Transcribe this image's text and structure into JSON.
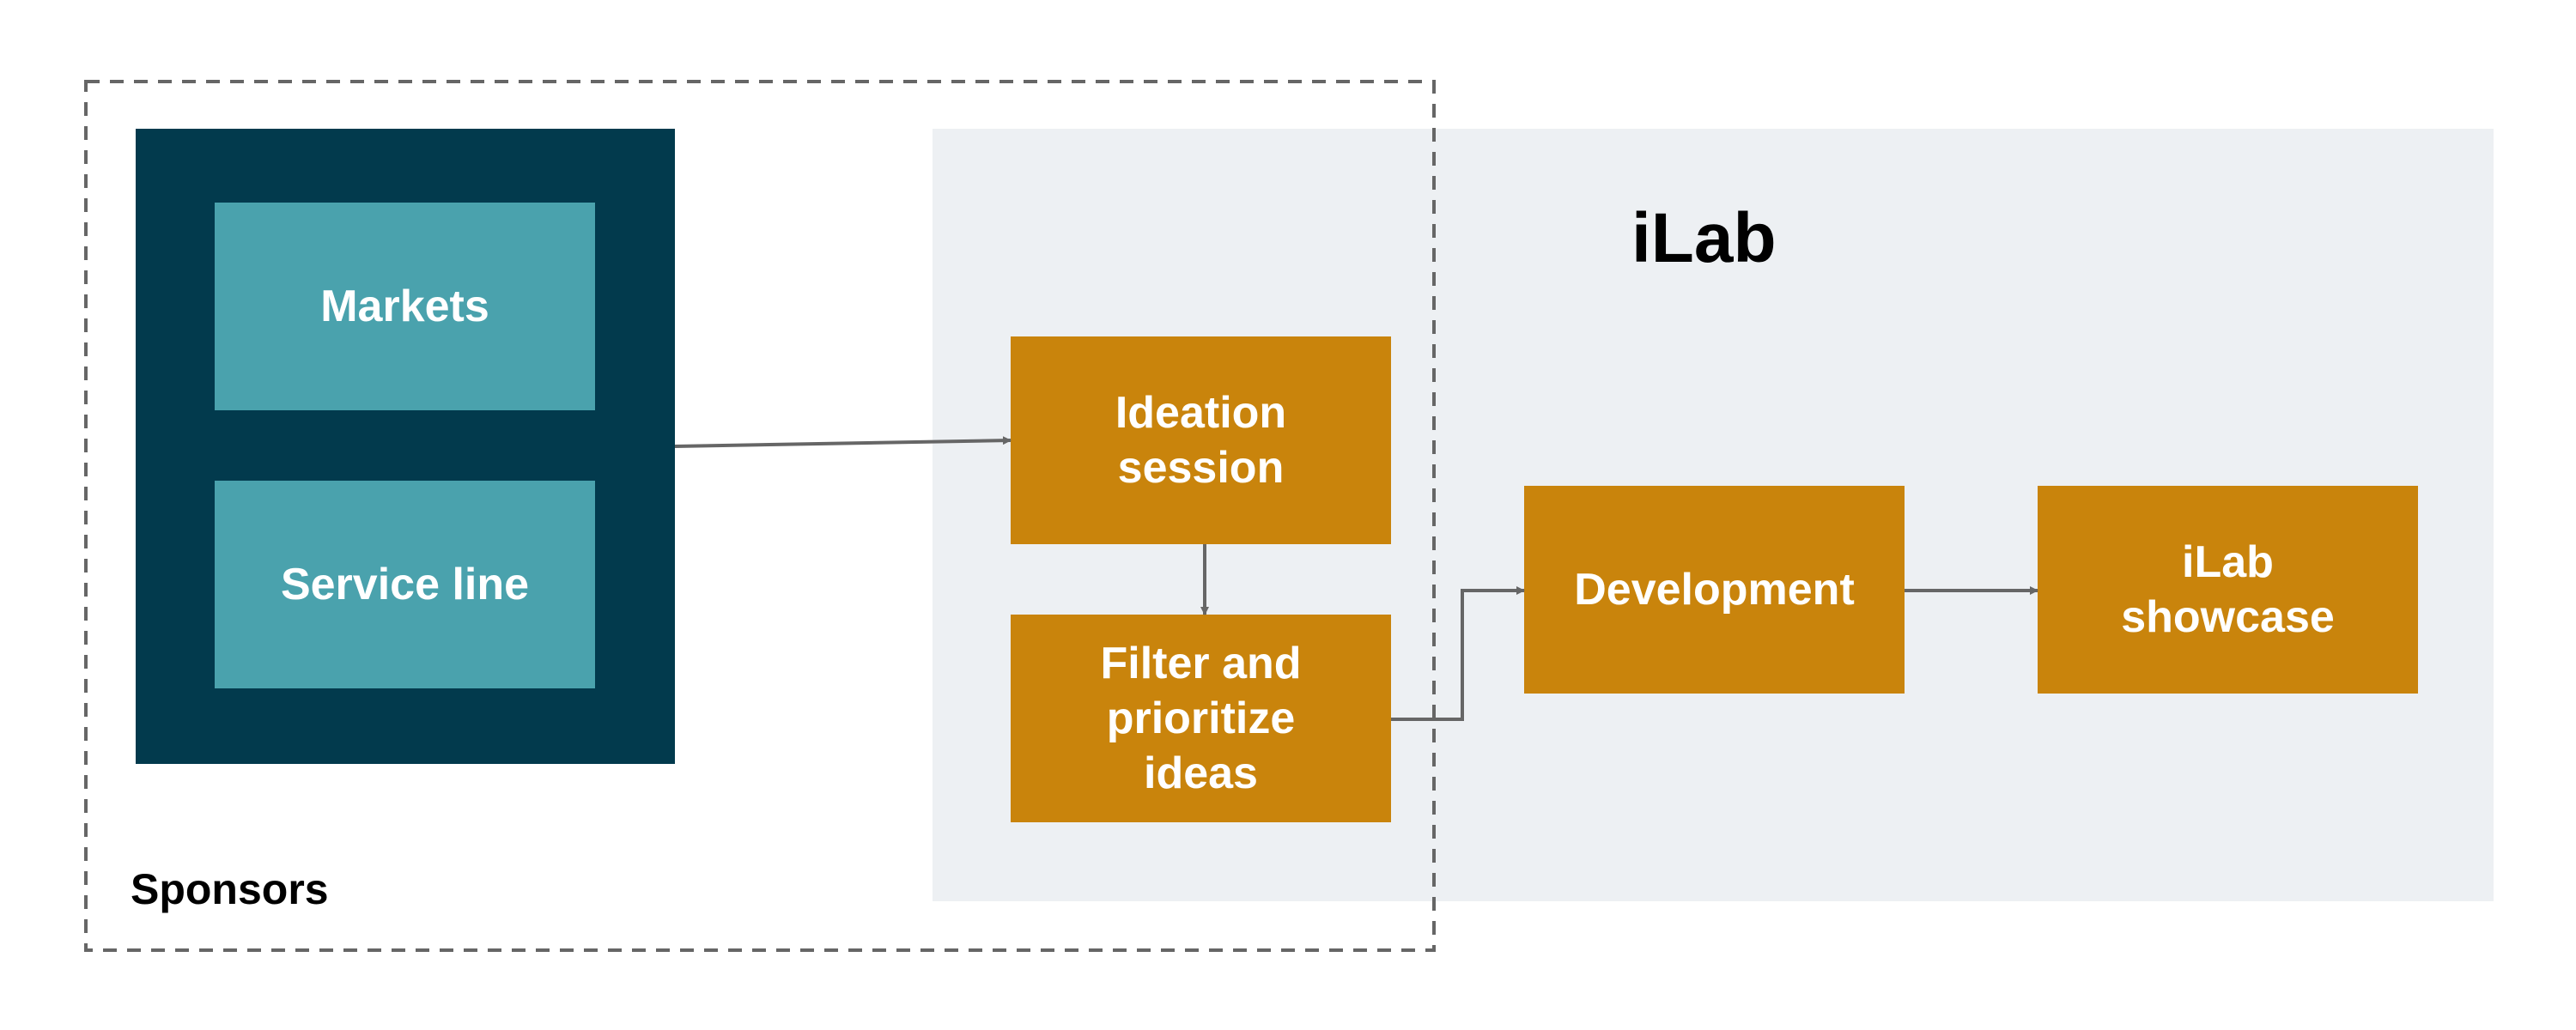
{
  "diagram": {
    "ilab_title": "iLab",
    "sponsors_label": "Sponsors",
    "sponsor_boxes": {
      "markets": "Markets",
      "service_line": "Service line"
    },
    "process_boxes": {
      "ideation": "Ideation\nsession",
      "filter": "Filter and\nprioritize\nideas",
      "development": "Development",
      "showcase": "iLab\nshowcase"
    }
  },
  "colors": {
    "sponsor_block": "#023a4d",
    "teal_box": "#4aa2ad",
    "orange_box": "#c9840c",
    "ilab_region": "#edf0f3",
    "arrow": "#666666"
  }
}
